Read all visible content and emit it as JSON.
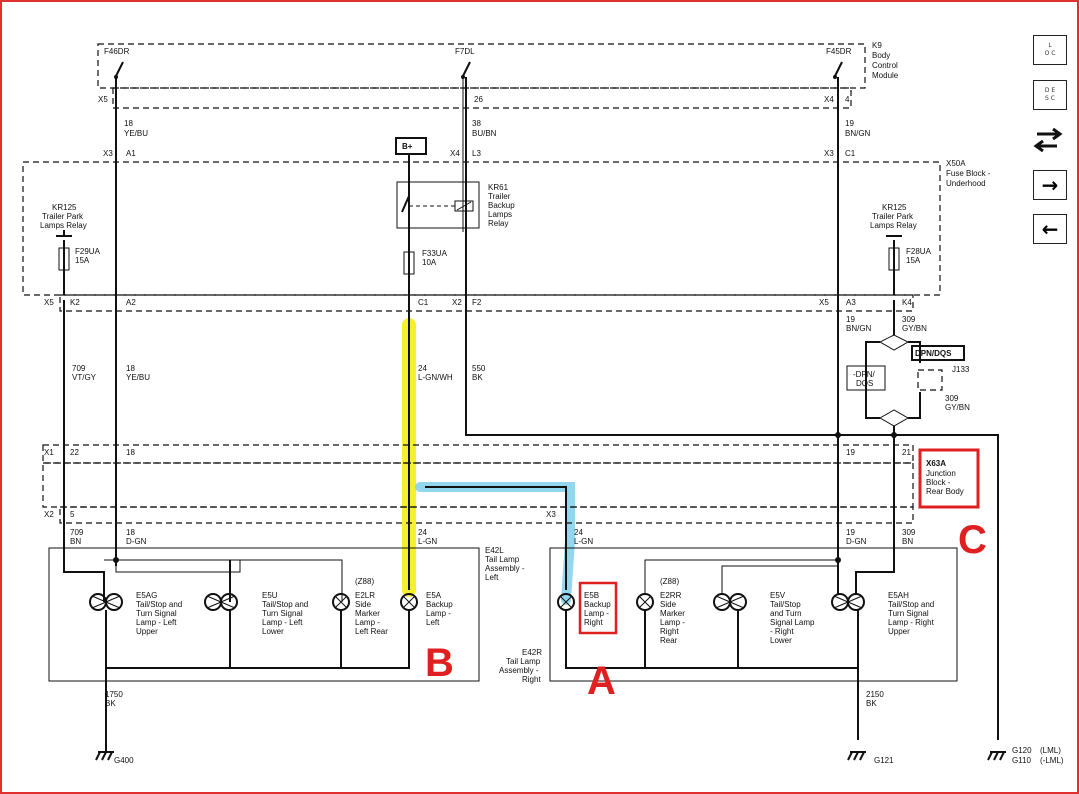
{
  "modules": {
    "bcm": {
      "line1": "K9",
      "line2": "Body",
      "line3": "Control",
      "line4": "Module"
    },
    "fuse_block": {
      "line1": "X50A",
      "line2": "Fuse Block -",
      "line3": "Underhood"
    },
    "junction_block": {
      "line1": "X63A",
      "line2": "Junction",
      "line3": "Block -",
      "line4": "Rear Body"
    },
    "tail_left": {
      "line1": "E42L",
      "line2": "Tail Lamp",
      "line3": "Assembly -",
      "line4": "Left"
    },
    "tail_right": {
      "line1": "E42R",
      "line2": "Tail Lamp",
      "line3": "Assembly -",
      "line4": "Right"
    }
  },
  "bcm_outputs": {
    "left": "F46DR",
    "mid": "F7DL",
    "right": "F45DR"
  },
  "connector_labels": {
    "x5": "X5",
    "x4": "X4",
    "x3": "X3",
    "x2": "X2",
    "x1": "X1",
    "p26": "26",
    "p4": "4",
    "a1": "A1",
    "l3": "L3",
    "c1": "C1",
    "k2": "K2",
    "a2": "A2",
    "f2": "F2",
    "a3": "A3",
    "k4": "K4",
    "j22": "22",
    "j18": "18",
    "j19": "19",
    "j21": "21",
    "j5": "5",
    "j24": "24"
  },
  "wires": {
    "w18_top": {
      "gauge": "18",
      "color": "YE/BU"
    },
    "w38_top": {
      "gauge": "38",
      "color": "BU/BN"
    },
    "w19_top": {
      "gauge": "19",
      "color": "BN/GN"
    },
    "w709": {
      "gauge": "709",
      "color": "VT/GY"
    },
    "w18_mid": {
      "gauge": "18",
      "color": "YE/BU"
    },
    "w24_mid": {
      "gauge": "24",
      "color": "L-GN/WH"
    },
    "w550": {
      "gauge": "550",
      "color": "BK"
    },
    "w19_mid": {
      "gauge": "19",
      "color": "BN/GN"
    },
    "w309_a": {
      "gauge": "309",
      "color": "GY/BN"
    },
    "w309_b": {
      "gauge": "309",
      "color": "GY/BN"
    },
    "w709_bot": {
      "gauge": "709",
      "color": "BN"
    },
    "w18_bot": {
      "gauge": "18",
      "color": "D-GN"
    },
    "w24_bot": {
      "gauge": "24",
      "color": "L-GN"
    },
    "w24_right": {
      "gauge": "24",
      "color": "L-GN"
    },
    "w19_bot": {
      "gauge": "19",
      "color": "D-GN"
    },
    "w309_bot": {
      "gauge": "309",
      "color": "BN"
    },
    "w1750": {
      "gauge": "1750",
      "color": "BK"
    },
    "w2150": {
      "gauge": "2150",
      "color": "BK"
    }
  },
  "components": {
    "battery": "B+",
    "kr61": {
      "line1": "KR61",
      "line2": "Trailer",
      "line3": "Backup",
      "line4": "Lamps",
      "line5": "Relay"
    },
    "kr125_left": {
      "line1": "KR125",
      "line2": "Trailer Park",
      "line3": "Lamps Relay"
    },
    "kr125_right": {
      "line1": "KR125",
      "line2": "Trailer Park",
      "line3": "Lamps Relay"
    },
    "f29ua": {
      "name": "F29UA",
      "rating": "15A"
    },
    "f33ua": {
      "name": "F33UA",
      "rating": "10A"
    },
    "f28ua": {
      "name": "F28UA",
      "rating": "15A"
    },
    "dpn_dqs": "DPN/DQS",
    "not_dpn_dqs": {
      "line1": "-DPN/",
      "line2": "DQS"
    },
    "j133": "J133",
    "e5ag": {
      "line1": "E5AG",
      "line2": "Tail/Stop and",
      "line3": "Turn Signal",
      "line4": "Lamp - Left",
      "line5": "Upper"
    },
    "e5u": {
      "line1": "E5U",
      "line2": "Tail/Stop and",
      "line3": "Turn Signal",
      "line4": "Lamp - Left",
      "line5": "Lower"
    },
    "e2lr": {
      "opt": "(Z88)",
      "line1": "E2LR",
      "line2": "Side",
      "line3": "Marker",
      "line4": "Lamp -",
      "line5": "Left Rear"
    },
    "e5a": {
      "line1": "E5A",
      "line2": "Backup",
      "line3": "Lamp -",
      "line4": "Left"
    },
    "e5b": {
      "line1": "E5B",
      "line2": "Backup",
      "line3": "Lamp -",
      "line4": "Right"
    },
    "e2rr": {
      "opt": "(Z88)",
      "line1": "E2RR",
      "line2": "Side",
      "line3": "Marker",
      "line4": "Lamp -",
      "line5": "Right",
      "line6": "Rear"
    },
    "e5v": {
      "line1": "E5V",
      "line2": "Tail/Stop",
      "line3": "and Turn",
      "line4": "Signal Lamp",
      "line5": "- Right",
      "line6": "Lower"
    },
    "e5ah": {
      "line1": "E5AH",
      "line2": "Tail/Stop and",
      "line3": "Turn Signal",
      "line4": "Lamp - Right",
      "line5": "Upper"
    }
  },
  "grounds": {
    "g400": "G400",
    "g121": "G121",
    "g120": "G120",
    "g120_note": "(LML)",
    "g110": "G110",
    "g110_note": "(-LML)"
  },
  "annotations": {
    "a": "A",
    "b": "B",
    "c": "C"
  },
  "nav": {
    "loc_l": "L",
    "loc_o": "O",
    "loc_c": "C",
    "desc_d": "D",
    "desc_e": "E",
    "desc_s": "S",
    "desc_c": "C",
    "next": "→",
    "prev": "←"
  },
  "colors": {
    "highlight_yellow": "#f5ee1a",
    "highlight_blue": "#7fd0ea",
    "annotation_red": "#e02020"
  }
}
